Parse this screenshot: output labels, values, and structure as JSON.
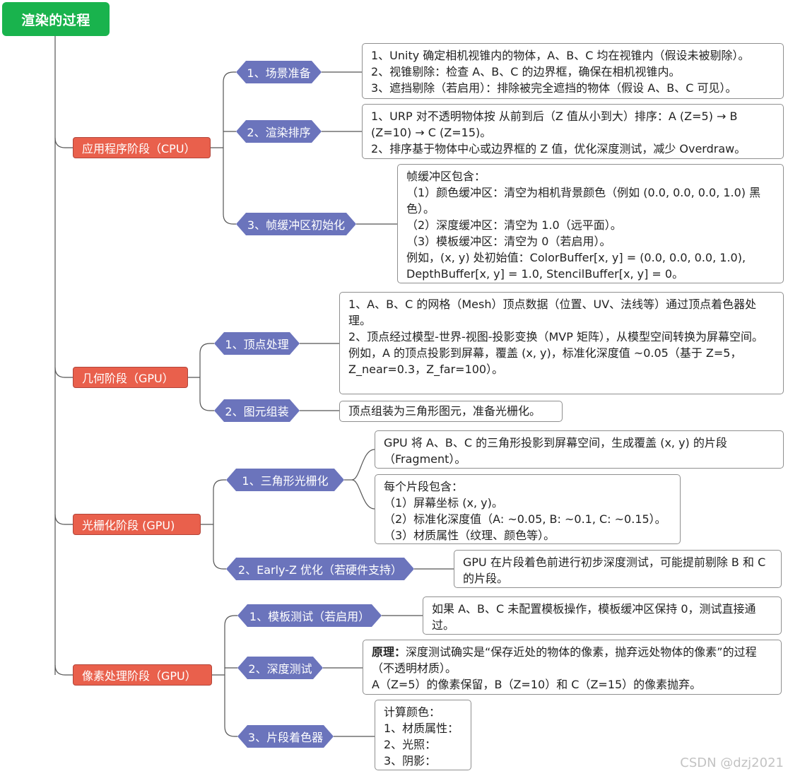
{
  "title": "渲染的过程",
  "stages": [
    {
      "label": "应用程序阶段（CPU）",
      "steps": [
        {
          "label": "1、场景准备",
          "lines": [
            "1、Unity 确定相机视锥内的物体，A、B、C 均在视锥内（假设未被剔除）。",
            "2、视锥剔除：检查 A、B、C 的边界框，确保在相机视锥内。",
            "3、遮挡剔除（若启用）：排除被完全遮挡的物体（假设 A、B、C 可见）。"
          ]
        },
        {
          "label": "2、渲染排序",
          "lines": [
            "1、URP 对不透明物体按 从前到后（Z 值从小到大）排序：A (Z=5) → B (Z=10) → C (Z=15)。",
            "2、排序基于物体中心或边界框的 Z 值，优化深度测试，减少 Overdraw。"
          ]
        },
        {
          "label": "3、帧缓冲区初始化",
          "lines": [
            "帧缓冲区包含：",
            "（1）颜色缓冲区：清空为相机背景颜色（例如 (0.0, 0.0, 0.0, 1.0) 黑色）。",
            "（2）深度缓冲区：清空为 1.0（远平面）。",
            "（3）模板缓冲区：清空为 0（若启用）。",
            "例如，(x, y) 处初始值：ColorBuffer[x, y] = (0.0, 0.0, 0.0, 1.0),",
            "DepthBuffer[x, y] = 1.0, StencilBuffer[x, y] = 0。"
          ]
        }
      ]
    },
    {
      "label": "几何阶段（GPU）",
      "steps": [
        {
          "label": "1、顶点处理",
          "lines": [
            "1、A、B、C 的网格（Mesh）顶点数据（位置、UV、法线等）通过顶点着色器处理。",
            "2、顶点经过模型-世界-视图-投影变换（MVP 矩阵），从模型空间转换为屏幕空间。",
            "例如，A 的顶点投影到屏幕，覆盖 (x, y)，标准化深度值 ~0.05（基于 Z=5，Z_near=0.3，Z_far=100）。"
          ]
        },
        {
          "label": "2、图元组装",
          "lines": [
            "顶点组装为三角形图元，准备光栅化。"
          ]
        }
      ]
    },
    {
      "label": "光栅化阶段 (GPU)",
      "steps": [
        {
          "label": "1、三角形光栅化",
          "boxes": [
            [
              "GPU 将 A、B、C 的三角形投影到屏幕空间，生成覆盖 (x, y) 的片段（Fragment）。"
            ],
            [
              "每个片段包含：",
              "（1）屏幕坐标 (x, y)。",
              "（2）标准化深度值（A: ~0.05, B: ~0.1, C: ~0.15）。",
              "（3）材质属性（纹理、颜色等）。"
            ]
          ]
        },
        {
          "label": "2、Early-Z 优化（若硬件支持）",
          "lines": [
            "GPU 在片段着色前进行初步深度测试，可能提前剔除 B 和 C 的片段。"
          ]
        }
      ]
    },
    {
      "label": "像素处理阶段（GPU）",
      "steps": [
        {
          "label": "1、模板测试（若启用）",
          "lines": [
            "如果 A、B、C 未配置模板操作，模板缓冲区保持 0，测试直接通过。"
          ]
        },
        {
          "label": "2、深度测试",
          "bold_prefix": "原理：",
          "lines": [
            "深度测试确实是“保存近处的物体的像素，抛弃远处物体的像素”的过程（不透明材质）。",
            "A（Z=5）的像素保留，B（Z=10）和 C（Z=15）的像素抛弃。"
          ]
        },
        {
          "label": "3、片段着色器",
          "lines": [
            "计算颜色：",
            "1、材质属性：",
            "2、光照：",
            "3、阴影："
          ]
        }
      ]
    }
  ],
  "watermark": "CSDN @dzj2021"
}
